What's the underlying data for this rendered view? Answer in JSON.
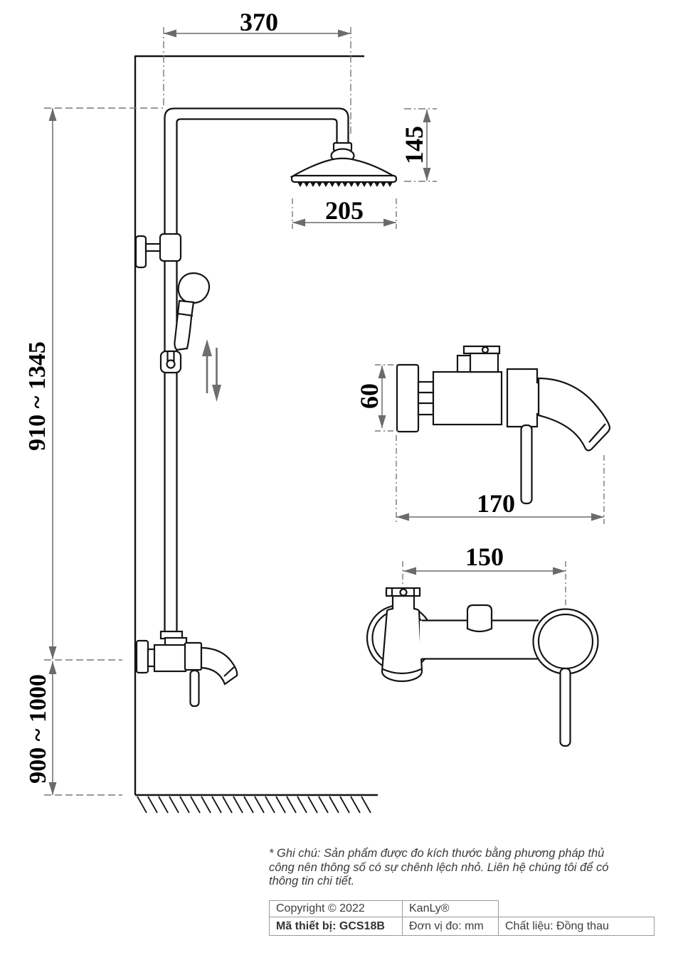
{
  "dimensions": {
    "top_width": "370",
    "head_height": "145",
    "head_width": "205",
    "pole_height_range": "910 ~ 1345",
    "valve_height_range": "900 ~ 1000",
    "valve_body_height": "60",
    "valve_depth": "170",
    "valve_width": "150"
  },
  "note": {
    "text": "* Ghi chú: Sản phẩm được đo kích thước bằng phương pháp thủ công nên thông số có sự chênh lệch nhỏ. Liên hệ chúng tôi để có thông tin chi tiết."
  },
  "info_table": {
    "copyright": "Copyright © 2022",
    "brand": "KanLy®",
    "model": "Mã thiết bị: GCS18B",
    "unit": "Đơn vị đo: mm",
    "material": "Chất liệu: Đồng thau"
  },
  "colors": {
    "drawing_line": "#141414",
    "dimension_line": "#6b6b6b",
    "extension_line": "#787878",
    "text_gray": "#3d3d3d"
  }
}
